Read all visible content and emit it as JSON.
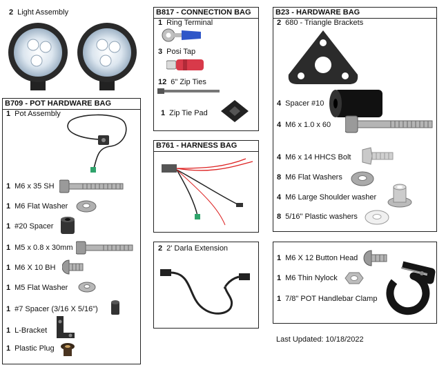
{
  "lights": {
    "qty": "2",
    "label": "Light Assembly"
  },
  "b709": {
    "title": "B709 - POT HARDWARE BAG",
    "items": [
      {
        "qty": "1",
        "label": "Pot Assembly"
      },
      {
        "qty": "1",
        "label": "M6 x 35 SH"
      },
      {
        "qty": "1",
        "label": "M6 Flat Washer"
      },
      {
        "qty": "1",
        "label": "#20 Spacer"
      },
      {
        "qty": "1",
        "label": "M5 x 0.8 x 30mm"
      },
      {
        "qty": "1",
        "label": "M6 X 10 BH"
      },
      {
        "qty": "1",
        "label": "M5 Flat Washer"
      },
      {
        "qty": "1",
        "label": "#7 Spacer (3/16 X 5/16\")"
      },
      {
        "qty": "1",
        "label": "L-Bracket"
      },
      {
        "qty": "1",
        "label": "Plastic Plug"
      }
    ]
  },
  "b817": {
    "title": "B817 - CONNECTION BAG",
    "items": [
      {
        "qty": "1",
        "label": "Ring Terminal"
      },
      {
        "qty": "3",
        "label": "Posi Tap"
      },
      {
        "qty": "12",
        "label": "6\" Zip Ties"
      },
      {
        "qty": "1",
        "label": "Zip Tie Pad"
      }
    ]
  },
  "b761": {
    "title": "B761 - HARNESS BAG"
  },
  "darla": {
    "qty": "2",
    "label": "2' Darla Extension"
  },
  "b23": {
    "title": "B23 - HARDWARE BAG",
    "items": [
      {
        "qty": "2",
        "label": "680 - Triangle Brackets"
      },
      {
        "qty": "4",
        "label": "Spacer #10"
      },
      {
        "qty": "4",
        "label": "M6 x 1.0 x 60"
      },
      {
        "qty": "4",
        "label": "M6 x 14 HHCS Bolt"
      },
      {
        "qty": "8",
        "label": "M6 Flat Washers"
      },
      {
        "qty": "4",
        "label": "M6 Large Shoulder washer"
      },
      {
        "qty": "8",
        "label": "5/16\" Plastic washers"
      }
    ]
  },
  "clamp_box": {
    "items": [
      {
        "qty": "1",
        "label": "M6 X 12 Button Head"
      },
      {
        "qty": "1",
        "label": "M6 Thin Nylock"
      },
      {
        "qty": "1",
        "label": "7/8\" POT Handlebar Clamp"
      }
    ]
  },
  "footer": {
    "last_updated": "Last Updated: 10/18/2022"
  }
}
